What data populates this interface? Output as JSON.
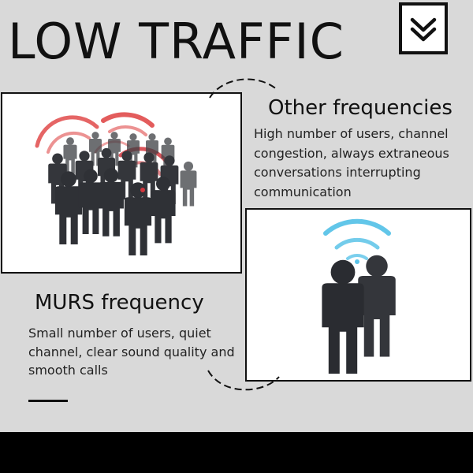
{
  "title": "LOW TRAFFIC",
  "other": {
    "heading": "Other frequencies",
    "description": "High number of users, channel congestion, always extraneous conversations interrupting communication"
  },
  "murs": {
    "heading": "MURS frequency",
    "description": "Small number of users, quiet channel, clear sound quality and smooth calls"
  },
  "icons": [
    "chevron-double-down-icon",
    "crowd-signal-icon",
    "user-pair-signal-icon"
  ],
  "colors": {
    "background": "#d9d9d9",
    "text": "#111111",
    "person": "#2f3136",
    "congested_signal": "#e04a4a",
    "clear_signal": "#5ac3e8",
    "footer": "#000000"
  }
}
